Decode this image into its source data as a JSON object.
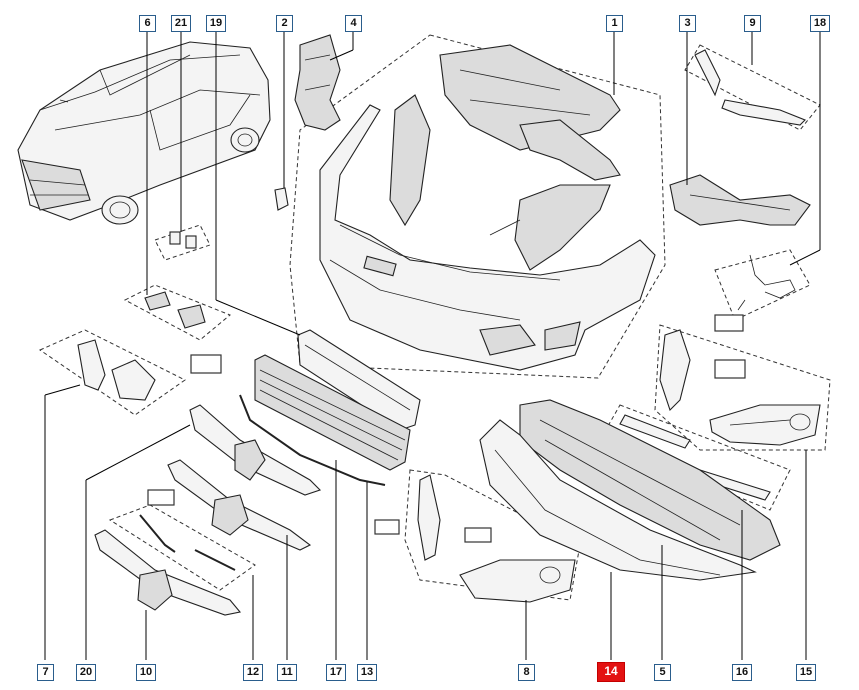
{
  "diagram": {
    "labels": {
      "l1": "1",
      "l2": "2",
      "l3": "3",
      "l4": "4",
      "l5": "5",
      "l6": "6",
      "l7": "7",
      "l8": "8",
      "l9": "9",
      "l10": "10",
      "l11": "11",
      "l12": "12",
      "l13": "13",
      "l14": "14",
      "l15": "15",
      "l16": "16",
      "l17": "17",
      "l18": "18",
      "l19": "19",
      "l20": "20",
      "l21": "21"
    },
    "highlight_color": "#e31212",
    "label_border_color": "#2a5d8c"
  }
}
